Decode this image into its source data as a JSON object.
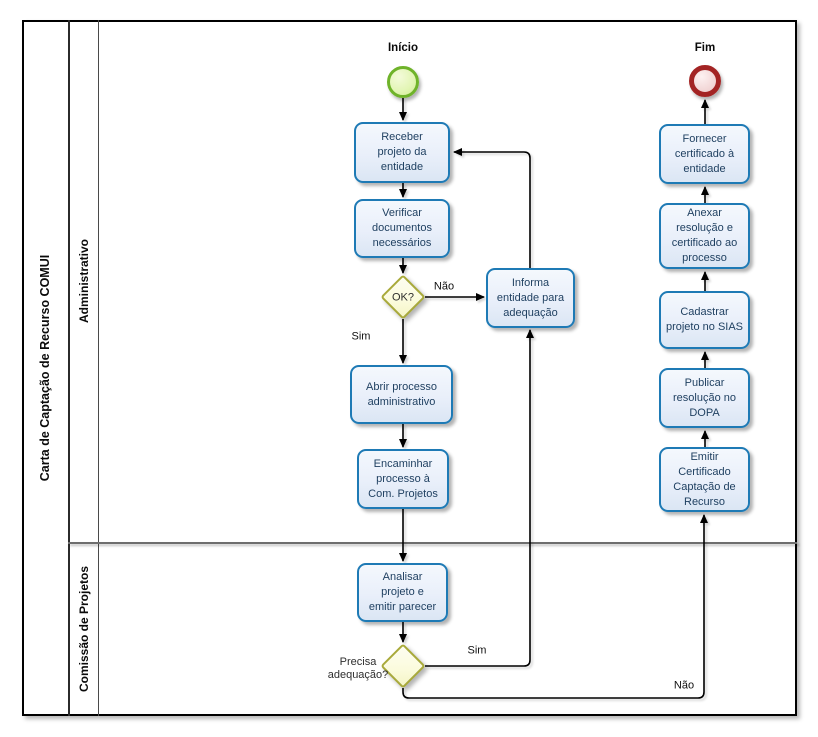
{
  "diagram": {
    "pool_label": "Carta de Captação de Recurso COMUI",
    "lanes": [
      "Administrativo",
      "Comissão de Projetos"
    ]
  },
  "events": {
    "start": "Início",
    "end": "Fim"
  },
  "tasks": {
    "receber": [
      "Receber",
      "projeto da",
      "entidade"
    ],
    "verificar": [
      "Verificar",
      "documentos",
      "necessários"
    ],
    "informar": [
      "Informa",
      "entidade para",
      "adequação"
    ],
    "abrir": [
      "Abrir processo",
      "administrativo"
    ],
    "encaminhar": [
      "Encaminhar",
      "processo à",
      "Com. Projetos"
    ],
    "analisar": [
      "Analisar",
      "projeto e",
      "emitir parecer"
    ],
    "fornecer": [
      "Fornecer",
      "certificado à",
      "entidade"
    ],
    "anexar": [
      "Anexar",
      "resolução e",
      "certificado ao",
      "processo"
    ],
    "cadastrar": [
      "Cadastrar",
      "projeto no SIAS"
    ],
    "publicar": [
      "Publicar",
      "resolução no",
      "DOPA"
    ],
    "emitir": [
      "Emitir",
      "Certificado",
      "Captação de",
      "Recurso"
    ]
  },
  "gateways": {
    "ok": "OK?",
    "precisa": [
      "Precisa",
      "adequação?"
    ]
  },
  "edge_labels": {
    "ok_nao": "Não",
    "ok_sim": "Sim",
    "precisa_sim": "Sim",
    "precisa_nao": "Não"
  },
  "colors": {
    "task_border": "#1e7ab5",
    "task_fill": "#e9effa",
    "task_text": "#1d3e5f",
    "gateway_border": "#a9aa3a",
    "gateway_fill": "#fbfbdc",
    "start_border": "#6fb32a",
    "start_fill": "#e2f5b4",
    "end_border": "#a32424",
    "end_fill": "#f3d9d9",
    "connector": "#000000",
    "lane_divider": "#6e6e6e"
  }
}
